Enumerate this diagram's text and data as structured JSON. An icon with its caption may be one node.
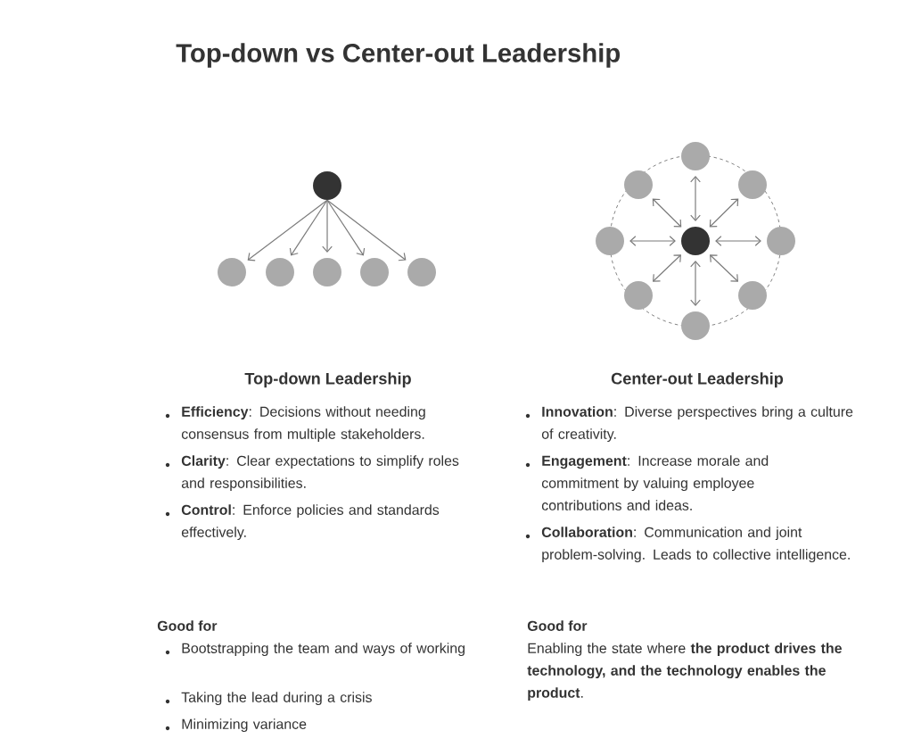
{
  "diagram": {
    "title": "Top-down vs Center-out Leadership",
    "nodes": [
      {
        "text": [],
        "shape": "circle"
      },
      {
        "text": [],
        "shape": "circle"
      },
      {
        "text": [],
        "shape": "circle"
      },
      {
        "text": [],
        "shape": "circle"
      },
      {
        "text": [],
        "shape": "circle"
      },
      {
        "text": [],
        "shape": "circle"
      },
      {
        "text": [],
        "shape": "circle"
      },
      {
        "text": [],
        "shape": "circle"
      },
      {
        "text": [],
        "shape": "circle"
      },
      {
        "text": [],
        "shape": "circle"
      },
      {
        "text": [],
        "shape": "circle"
      },
      {
        "text": [],
        "shape": "circle"
      },
      {
        "text": [],
        "shape": "circle"
      },
      {
        "text": [],
        "shape": "circle"
      },
      {
        "text": [],
        "shape": "circle"
      }
    ],
    "edges": [
      {
        "from": 0,
        "to": 1,
        "arrow": "to"
      },
      {
        "from": 0,
        "to": 2,
        "arrow": "to"
      },
      {
        "from": 0,
        "to": 3,
        "arrow": "to"
      },
      {
        "from": 0,
        "to": 4,
        "arrow": "to"
      },
      {
        "from": 0,
        "to": 5,
        "arrow": "to"
      },
      {
        "from": 6,
        "to": 7,
        "arrow": "both"
      },
      {
        "from": 6,
        "to": 8,
        "arrow": "both"
      },
      {
        "from": 6,
        "to": 9,
        "arrow": "both"
      },
      {
        "from": 6,
        "to": 10,
        "arrow": "both"
      },
      {
        "from": 6,
        "to": 11,
        "arrow": "both"
      },
      {
        "from": 6,
        "to": 12,
        "arrow": "both"
      },
      {
        "from": 6,
        "to": 13,
        "arrow": "both"
      },
      {
        "from": 6,
        "to": 14,
        "arrow": "both"
      }
    ],
    "labels": [
      "Top-down Leadership",
      "Center-out Leadership",
      "**Efficiency**: Decisions without needing consensus from multiple stakeholders.",
      "**Clarity**: Clear expectations to simplify roles and responsibilities.",
      "**Control**: Enforce policies and standards effectively.",
      "**Innovation**: Diverse perspectives bring a culture of creativity.",
      "**Engagement**: Increase morale and commitment by valuing employee contributions and ideas.",
      "**Collaboration**: Communication and joint problem-solving. Leads to collective intelligence.",
      "Good for",
      "Bootstrapping the team and ways of working",
      "Taking the lead during a crisis",
      "Minimizing variance",
      "Good for",
      "Enabling the state where **the product drives the technology, and the technology enables the product**."
    ]
  }
}
